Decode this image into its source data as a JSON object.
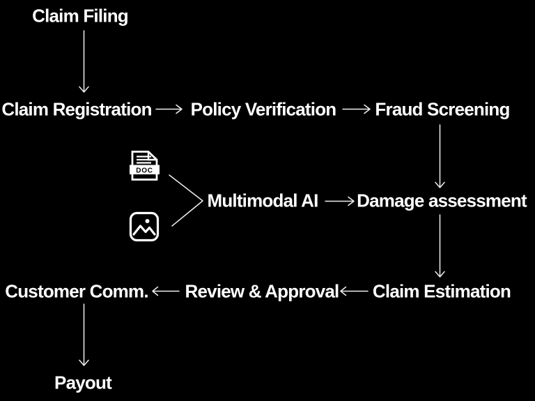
{
  "diagram": {
    "colors": {
      "background": "#000000",
      "text": "#ffffff",
      "arrow": "#efefef"
    },
    "nodes": {
      "claim_filing": "Claim Filing",
      "claim_registration": "Claim Registration",
      "policy_verification": "Policy Verification",
      "fraud_screening": "Fraud Screening",
      "multimodal_ai": "Multimodal AI",
      "damage_assessment": "Damage assessment",
      "claim_estimation": "Claim Estimation",
      "review_approval": "Review & Approval",
      "customer_comm": "Customer Comm.",
      "payout": "Payout"
    },
    "doc_badge": "DOC",
    "icons": [
      "doc-file-icon",
      "image-icon"
    ],
    "edges": [
      {
        "from": "Claim Filing",
        "to": "Claim Registration"
      },
      {
        "from": "Claim Registration",
        "to": "Policy Verification"
      },
      {
        "from": "Policy Verification",
        "to": "Fraud Screening"
      },
      {
        "from": "Fraud Screening",
        "to": "Damage assessment"
      },
      {
        "from": "doc-file-icon",
        "to": "Multimodal AI"
      },
      {
        "from": "image-icon",
        "to": "Multimodal AI"
      },
      {
        "from": "Multimodal AI",
        "to": "Damage assessment"
      },
      {
        "from": "Damage assessment",
        "to": "Claim Estimation"
      },
      {
        "from": "Claim Estimation",
        "to": "Review & Approval"
      },
      {
        "from": "Review & Approval",
        "to": "Customer Comm."
      },
      {
        "from": "Customer Comm.",
        "to": "Payout"
      }
    ]
  }
}
